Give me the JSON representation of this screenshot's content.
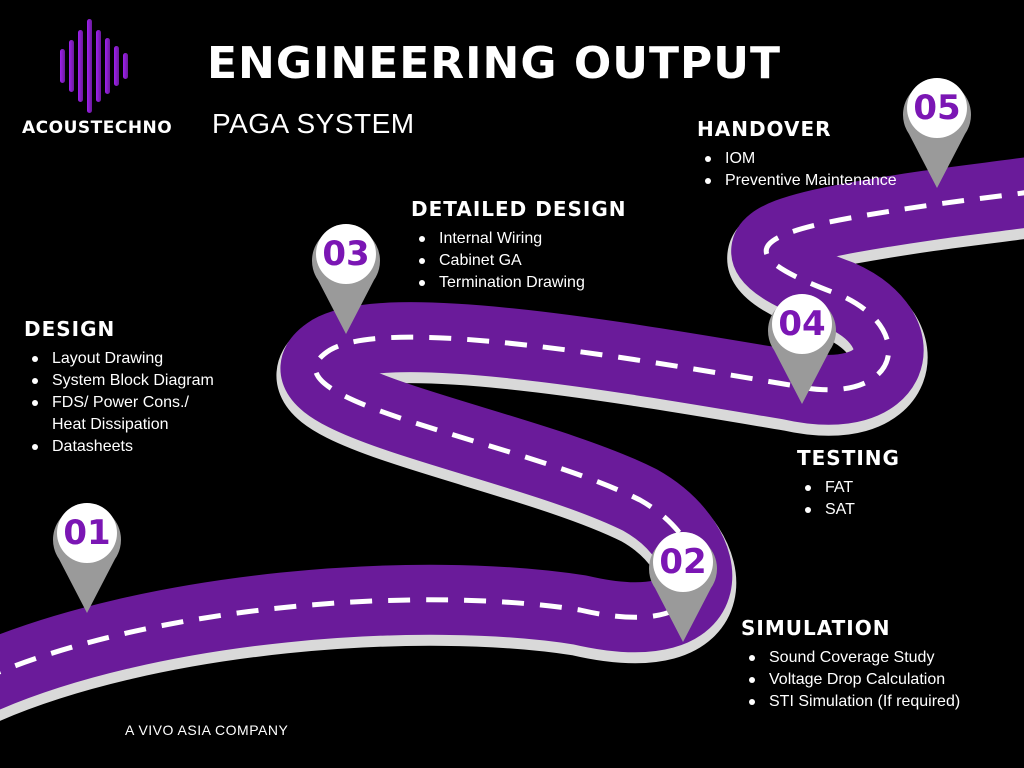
{
  "brand": {
    "name": "ACOUSTECHNO",
    "logo_icon": "sound-wave-icon",
    "tagline": "A VIVO ASIA COMPANY"
  },
  "header": {
    "title": "ENGINEERING OUTPUT",
    "subtitle": "PAGA SYSTEM"
  },
  "colors": {
    "road": "#6a1b9a",
    "road_edge": "#d9d9d9",
    "pin_body": "#9a9a9a",
    "pin_number": "#7b16b4",
    "logo_gradient_start": "#a020f0",
    "logo_gradient_end": "#6a1b9a"
  },
  "milestones": [
    {
      "number": "01",
      "title": "DESIGN",
      "items": [
        "Layout Drawing",
        "System Block Diagram",
        "FDS/ Power Cons./ Heat Dissipation",
        "Datasheets"
      ]
    },
    {
      "number": "02",
      "title": "SIMULATION",
      "items": [
        "Sound Coverage Study",
        "Voltage Drop Calculation",
        "STI Simulation (If required)"
      ]
    },
    {
      "number": "03",
      "title": "DETAILED DESIGN",
      "items": [
        "Internal Wiring",
        "Cabinet GA",
        "Termination Drawing"
      ]
    },
    {
      "number": "04",
      "title": "TESTING",
      "items": [
        "FAT",
        "SAT"
      ]
    },
    {
      "number": "05",
      "title": "HANDOVER",
      "items": [
        "IOM",
        "Preventive Maintenance"
      ]
    }
  ]
}
